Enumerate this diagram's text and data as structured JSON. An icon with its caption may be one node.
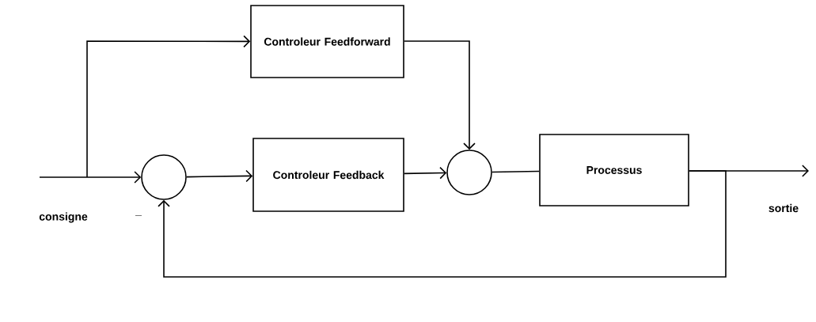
{
  "diagram": {
    "nodes": [
      {
        "text": [
          "Controleur Feedforward"
        ]
      },
      {
        "text": [],
        "shape": "circle"
      },
      {
        "text": [
          "Controleur Feedback"
        ]
      },
      {
        "text": [],
        "shape": "circle"
      },
      {
        "text": [
          "Processus"
        ]
      }
    ],
    "edges": [
      {
        "from": null,
        "to": 1,
        "arrow": "to"
      },
      {
        "from": null,
        "to": 0,
        "arrow": "to"
      },
      {
        "from": 1,
        "to": 2,
        "arrow": "to"
      },
      {
        "from": 0,
        "to": 3,
        "arrow": "to"
      },
      {
        "from": 2,
        "to": 3,
        "arrow": "to"
      },
      {
        "from": 3,
        "to": 4,
        "arrow": "none"
      },
      {
        "from": 4,
        "to": null,
        "arrow": "to"
      },
      {
        "from": 4,
        "to": 1,
        "arrow": "to"
      }
    ],
    "labels": [
      "consigne",
      "_",
      "sortie"
    ]
  }
}
